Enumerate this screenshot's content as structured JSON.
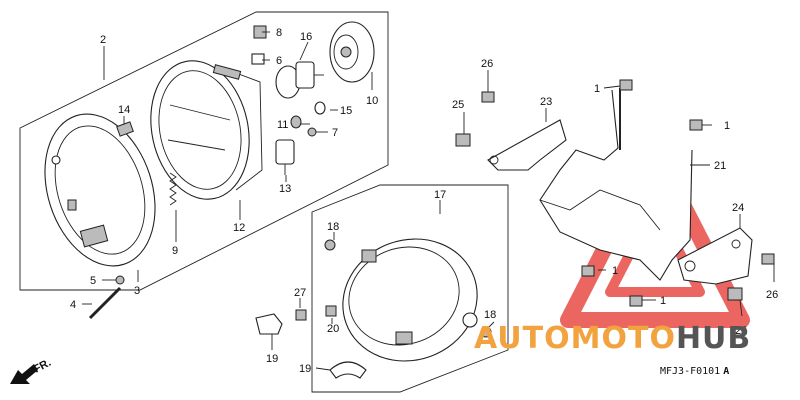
{
  "labels": {
    "p1": "1",
    "p2": "2",
    "p3": "3",
    "p4": "4",
    "p5": "5",
    "p6": "6",
    "p7": "7",
    "p8": "8",
    "p9": "9",
    "p10": "10",
    "p11": "11",
    "p12": "12",
    "p13": "13",
    "p14": "14",
    "p15": "15",
    "p16": "16",
    "p17": "17",
    "p18": "18",
    "p19": "19",
    "p20": "20",
    "p21": "21",
    "p23": "23",
    "p24": "24",
    "p25": "25",
    "p26": "26",
    "p27": "27"
  },
  "fr_label": "FR.",
  "diagram_code": "MFJ3-F0101",
  "diagram_code_suffix": "A",
  "watermark": {
    "part1": "AUTOMOTO",
    "part2": "HUB",
    "color1": "#f2a340",
    "color2": "#555555",
    "triangle_color": "#e8403a"
  }
}
